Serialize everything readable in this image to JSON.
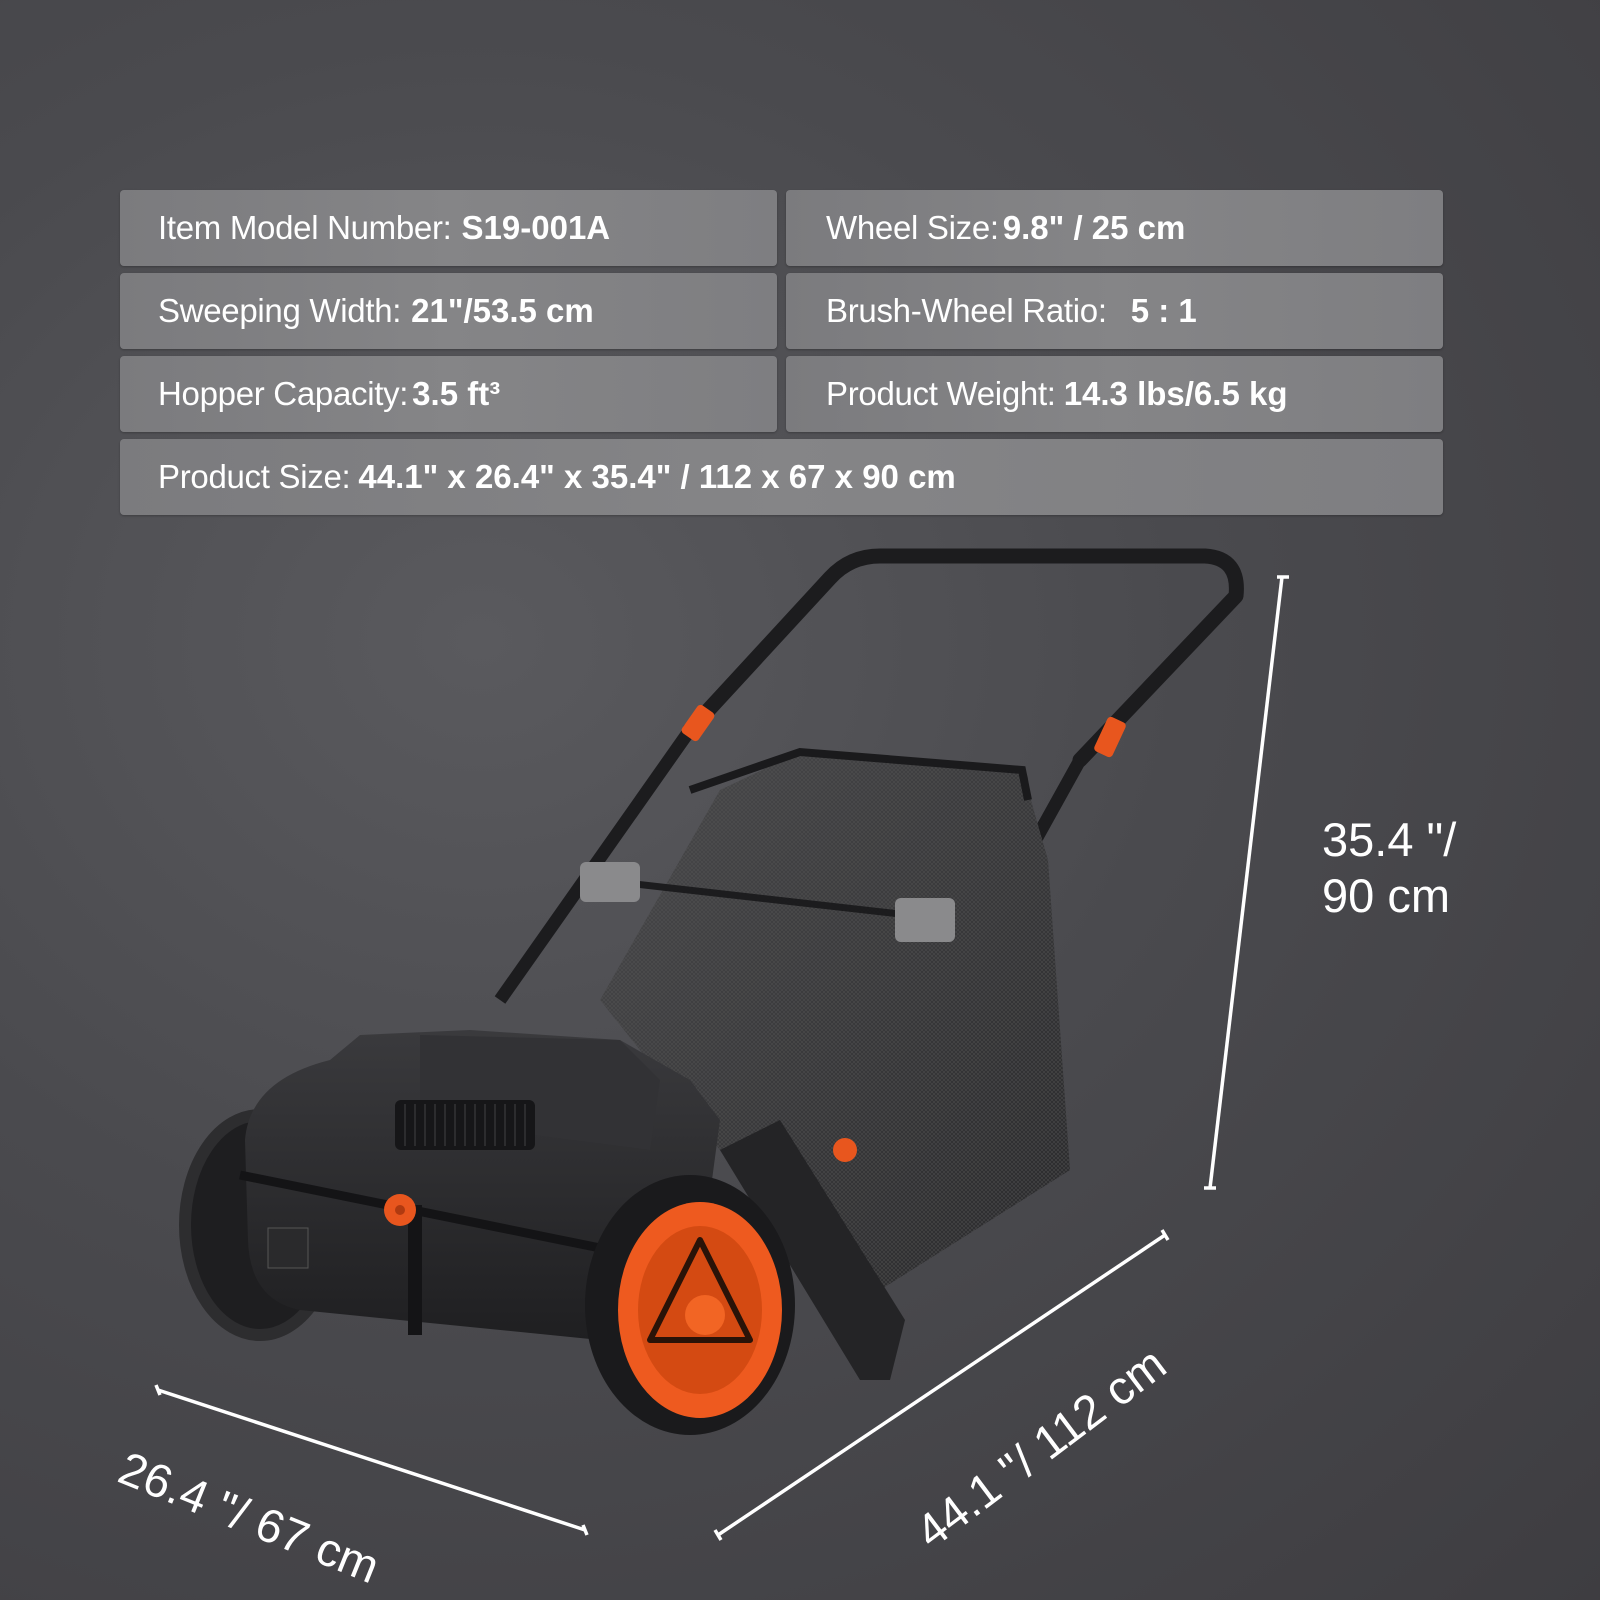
{
  "specs": {
    "model": {
      "label": "Item Model Number:",
      "value": "S19-001A"
    },
    "wheel_size": {
      "label": "Wheel Size:",
      "value": "9.8\" / 25 cm"
    },
    "sweeping_width": {
      "label": "Sweeping Width:",
      "value": "21\"/53.5 cm"
    },
    "brush_wheel_ratio": {
      "label": "Brush-Wheel Ratio:",
      "value": "5 : 1"
    },
    "hopper_capacity": {
      "label": "Hopper Capacity:",
      "value": "3.5 ft³"
    },
    "product_weight": {
      "label": "Product Weight:",
      "value": "14.3 lbs/6.5 kg"
    },
    "product_size": {
      "label": "Product Size:",
      "value": "44.1\" x 26.4\" x 35.4\" / 112 x 67 x 90 cm"
    }
  },
  "dimensions": {
    "height": {
      "line1": "35.4 \"/",
      "line2": "90 cm"
    },
    "width": {
      "text": "26.4 \"/ 67 cm"
    },
    "length": {
      "text": "44.1 \"/ 112 cm"
    }
  },
  "product": {
    "name": "lawn-sweeper",
    "colors": {
      "accent": "#e8561e",
      "body": "#2b2b2d",
      "frame": "#1e1e20",
      "mesh": "#3a3a3c"
    }
  }
}
